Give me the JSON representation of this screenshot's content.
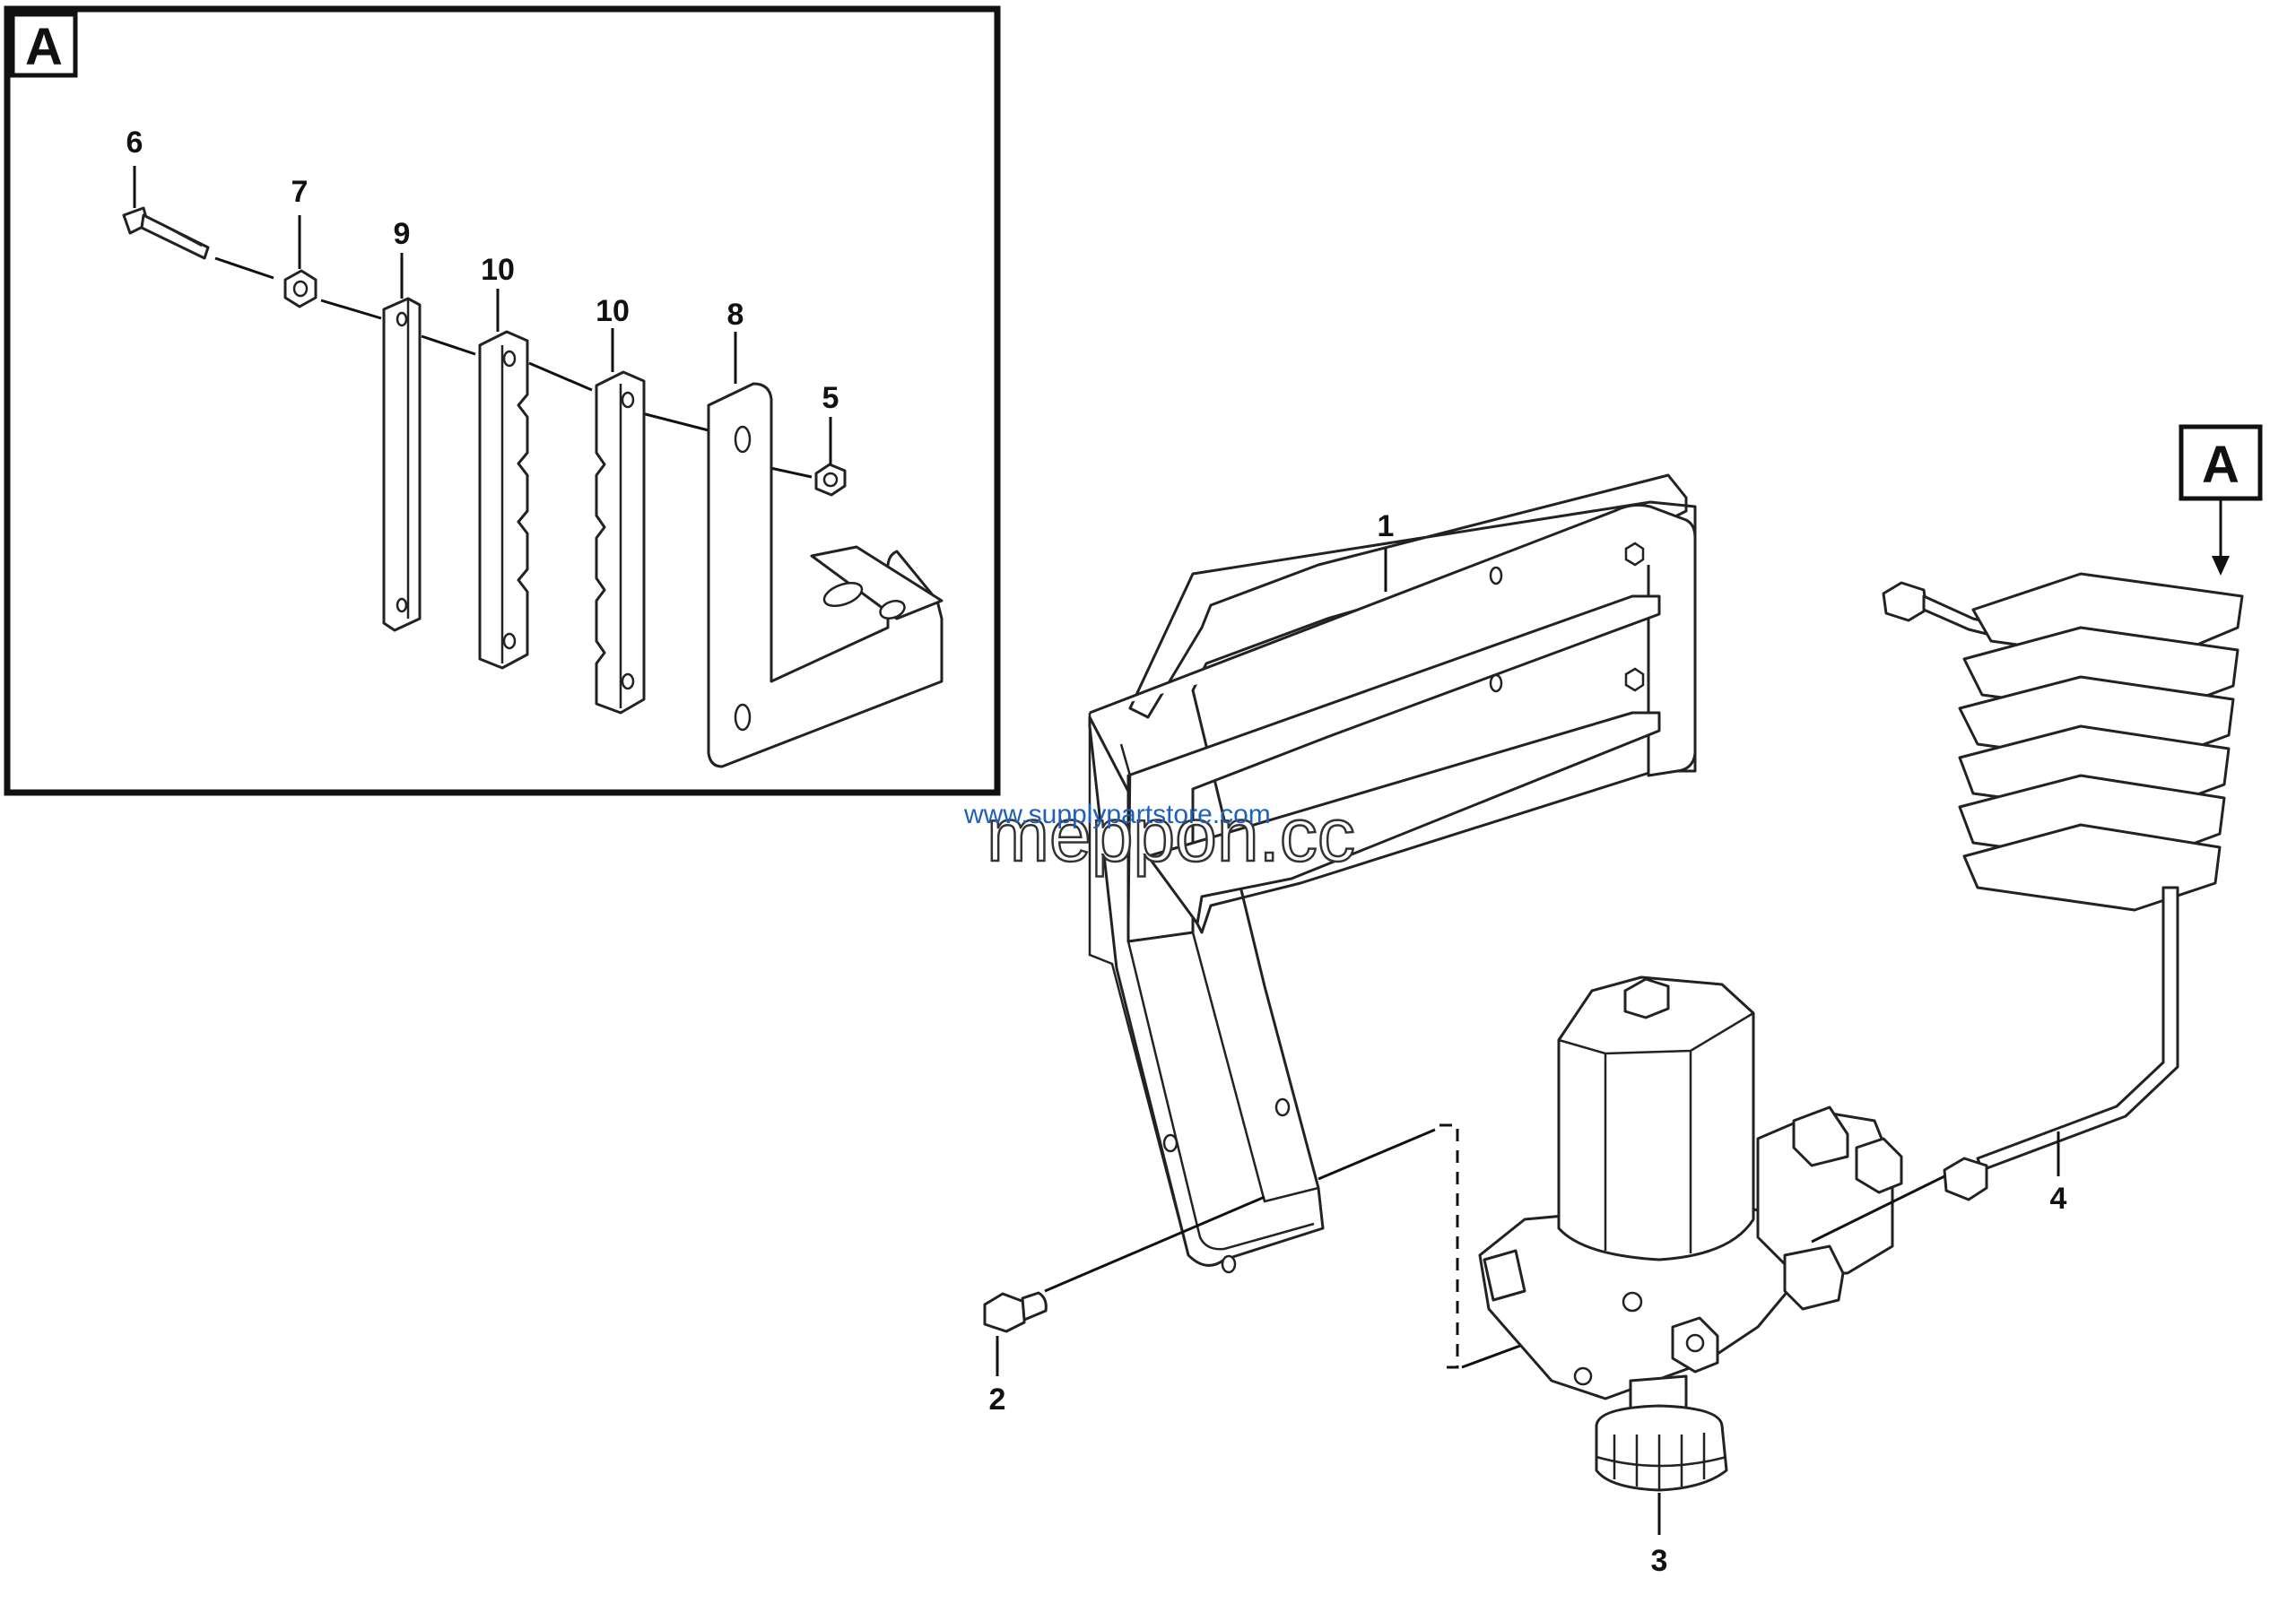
{
  "detail_view": {
    "callout": "A"
  },
  "section_marker": {
    "callout": "A"
  },
  "labels": {
    "bracket_main": "1",
    "bolt": "2",
    "air_dryer": "3",
    "coil_pipe": "4",
    "nut": "5",
    "screw": "6",
    "washer": "7",
    "bracket_angle": "8",
    "strip_plate": "9",
    "spacer_a": "10",
    "spacer_b": "10"
  },
  "watermarks": {
    "primary": "meppon.cc",
    "secondary": "www.supplypartstore.com"
  },
  "colors": {
    "line": "#222222",
    "watermark_blue": "#1f5fbf"
  }
}
